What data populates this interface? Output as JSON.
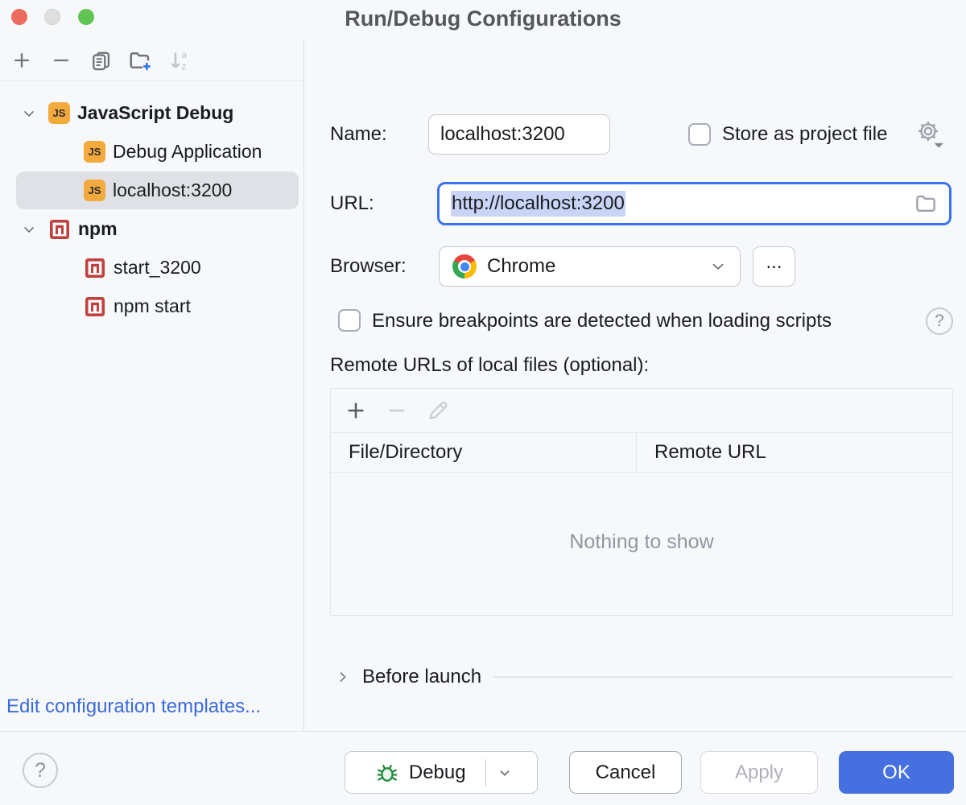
{
  "window": {
    "title": "Run/Debug Configurations"
  },
  "sidebar": {
    "tree": [
      {
        "label": "JavaScript Debug",
        "type": "js",
        "group": true,
        "expanded": true
      },
      {
        "label": "Debug Application",
        "type": "js",
        "group": false
      },
      {
        "label": "localhost:3200",
        "type": "js",
        "group": false,
        "selected": true
      },
      {
        "label": "npm",
        "type": "npm",
        "group": true,
        "expanded": true
      },
      {
        "label": "start_3200",
        "type": "npm",
        "group": false
      },
      {
        "label": "npm start",
        "type": "npm",
        "group": false
      }
    ],
    "edit_templates_link": "Edit configuration templates..."
  },
  "icons": {
    "js_badge_text": "JS",
    "sort_letter_top": "a",
    "sort_letter_bottom": "z",
    "help_glyph": "?"
  },
  "form": {
    "name_label": "Name:",
    "name_value": "localhost:3200",
    "store_checkbox_label": "Store as project file",
    "store_checkbox_checked": false,
    "url_label": "URL:",
    "url_value": "http://localhost:3200",
    "url_text_selected": true,
    "browser_label": "Browser:",
    "browser_value": "Chrome",
    "browse_more_label": "...",
    "breakpoints_checkbox_label": "Ensure breakpoints are detected when loading scripts",
    "breakpoints_checkbox_checked": false,
    "remote_urls_label": "Remote URLs of local files (optional):",
    "table": {
      "columns": [
        "File/Directory",
        "Remote URL"
      ],
      "rows": [],
      "empty_text": "Nothing to show"
    },
    "before_launch_label": "Before launch"
  },
  "footer": {
    "debug_label": "Debug",
    "cancel_label": "Cancel",
    "apply_label": "Apply",
    "apply_enabled": false,
    "ok_label": "OK"
  },
  "colors": {
    "accent_blue": "#3B74F1",
    "ok_button_blue": "#4670E0",
    "link_blue": "#3B6BD8",
    "selection_highlight": "#C9D4F6",
    "selected_row_gray": "#DFE1E6",
    "js_icon_yellow": "#F2AA3D",
    "npm_icon_red": "#C2413E",
    "debug_bug_green": "#1E8A3C"
  }
}
